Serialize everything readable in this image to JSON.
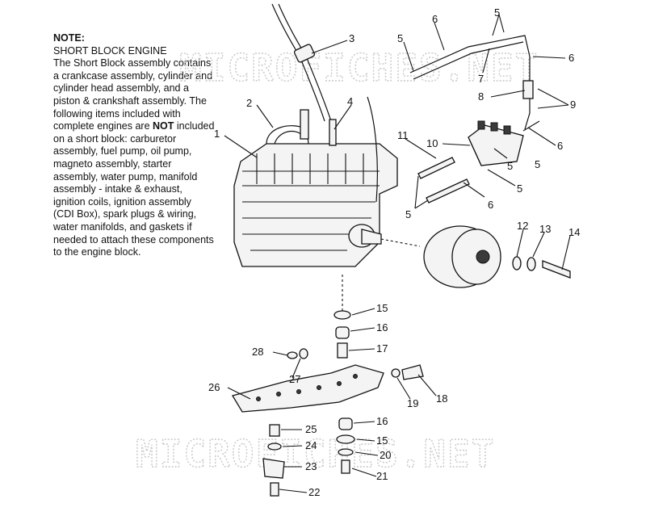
{
  "note": {
    "title": "NOTE:",
    "subtitle": "SHORT BLOCK ENGINE",
    "body_before": "The Short Block assembly contains a crankcase assembly, cylinder and cylinder head assembly, and a piston & crankshaft assembly.  The following items included with complete engines are ",
    "emphasis": "NOT",
    "body_after": " included on a short block: carburetor assembly, fuel pump, oil pump, magneto assembly, starter assembly, water pump, manifold assembly - intake & exhaust, ignition coils, ignition assembly (CDI Box), spark plugs & wiring, water manifolds, and gaskets if needed to attach these components to the engine block."
  },
  "watermark": {
    "top": "MICROFICHES.NET",
    "bottom": "MICROFICHES.NET"
  },
  "callouts": [
    {
      "label": "1"
    },
    {
      "label": "2"
    },
    {
      "label": "3"
    },
    {
      "label": "4"
    },
    {
      "label": "5"
    },
    {
      "label": "5"
    },
    {
      "label": "6"
    },
    {
      "label": "6"
    },
    {
      "label": "7"
    },
    {
      "label": "8"
    },
    {
      "label": "9"
    },
    {
      "label": "5"
    },
    {
      "label": "6"
    },
    {
      "label": "10"
    },
    {
      "label": "11"
    },
    {
      "label": "5"
    },
    {
      "label": "5"
    },
    {
      "label": "5"
    },
    {
      "label": "6"
    },
    {
      "label": "12"
    },
    {
      "label": "13"
    },
    {
      "label": "14"
    },
    {
      "label": "15"
    },
    {
      "label": "16"
    },
    {
      "label": "17"
    },
    {
      "label": "28"
    },
    {
      "label": "27"
    },
    {
      "label": "26"
    },
    {
      "label": "18"
    },
    {
      "label": "19"
    },
    {
      "label": "16"
    },
    {
      "label": "25"
    },
    {
      "label": "15"
    },
    {
      "label": "24"
    },
    {
      "label": "20"
    },
    {
      "label": "23"
    },
    {
      "label": "21"
    },
    {
      "label": "22"
    }
  ]
}
